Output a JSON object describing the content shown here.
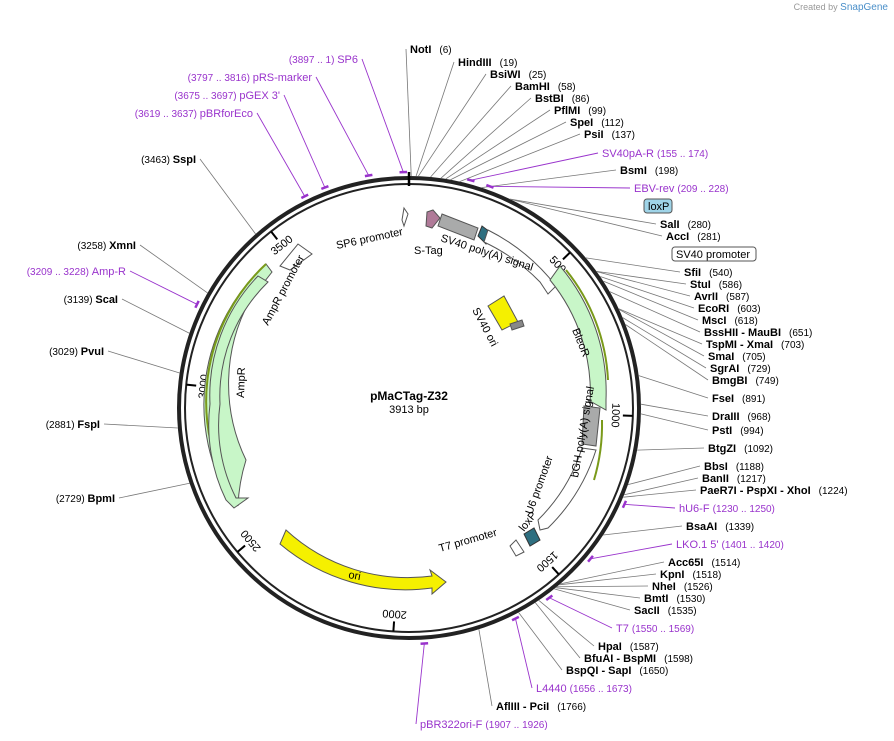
{
  "credit": {
    "prefix": "Created by",
    "brand": "SnapGene"
  },
  "plasmid": {
    "name": "pMaCTag-Z32",
    "size_label": "3913 bp",
    "length": 3913
  },
  "ticks": [
    {
      "bp": 500,
      "label": "500"
    },
    {
      "bp": 1000,
      "label": "1000"
    },
    {
      "bp": 1500,
      "label": "1500"
    },
    {
      "bp": 2000,
      "label": "2000"
    },
    {
      "bp": 2500,
      "label": "2500"
    },
    {
      "bp": 3000,
      "label": "3000"
    },
    {
      "bp": 3500,
      "label": "3500"
    }
  ],
  "enzymes_right": [
    {
      "name": "NotI",
      "pos": "(6)",
      "bp": 6
    },
    {
      "name": "HindIII",
      "pos": "(19)",
      "bp": 19
    },
    {
      "name": "BsiWI",
      "pos": "(25)",
      "bp": 25
    },
    {
      "name": "BamHI",
      "pos": "(58)",
      "bp": 58
    },
    {
      "name": "BstBI",
      "pos": "(86)",
      "bp": 86
    },
    {
      "name": "PflMI",
      "pos": "(99)",
      "bp": 99
    },
    {
      "name": "SpeI",
      "pos": "(112)",
      "bp": 112
    },
    {
      "name": "PsiI",
      "pos": "(137)",
      "bp": 137
    },
    {
      "name": "BsmI",
      "pos": "(198)",
      "bp": 198
    },
    {
      "name": "SalI",
      "pos": "(280)",
      "bp": 280
    },
    {
      "name": "AccI",
      "pos": "(281)",
      "bp": 281
    },
    {
      "name": "SfiI",
      "pos": "(540)",
      "bp": 540
    },
    {
      "name": "StuI",
      "pos": "(586)",
      "bp": 586
    },
    {
      "name": "AvrII",
      "pos": "(587)",
      "bp": 587
    },
    {
      "name": "EcoRI",
      "pos": "(603)",
      "bp": 603
    },
    {
      "name": "MscI",
      "pos": "(618)",
      "bp": 618
    },
    {
      "name": "BssHII - MauBI",
      "pos": "(651)",
      "bp": 651
    },
    {
      "name": "TspMI - XmaI",
      "pos": "(703)",
      "bp": 703
    },
    {
      "name": "SmaI",
      "pos": "(705)",
      "bp": 705
    },
    {
      "name": "SgrAI",
      "pos": "(729)",
      "bp": 729
    },
    {
      "name": "BmgBI",
      "pos": "(749)",
      "bp": 749
    },
    {
      "name": "FseI",
      "pos": "(891)",
      "bp": 891
    },
    {
      "name": "DraIII",
      "pos": "(968)",
      "bp": 968
    },
    {
      "name": "PstI",
      "pos": "(994)",
      "bp": 994
    },
    {
      "name": "BtgZI",
      "pos": "(1092)",
      "bp": 1092
    },
    {
      "name": "BbsI",
      "pos": "(1188)",
      "bp": 1188
    },
    {
      "name": "BanII",
      "pos": "(1217)",
      "bp": 1217
    },
    {
      "name": "PaeR7I - PspXI - XhoI",
      "pos": "(1224)",
      "bp": 1224
    },
    {
      "name": "BsaAI",
      "pos": "(1339)",
      "bp": 1339
    },
    {
      "name": "Acc65I",
      "pos": "(1514)",
      "bp": 1514
    },
    {
      "name": "KpnI",
      "pos": "(1518)",
      "bp": 1518
    },
    {
      "name": "NheI",
      "pos": "(1526)",
      "bp": 1526
    },
    {
      "name": "BmtI",
      "pos": "(1530)",
      "bp": 1530
    },
    {
      "name": "SacII",
      "pos": "(1535)",
      "bp": 1535
    },
    {
      "name": "HpaI",
      "pos": "(1587)",
      "bp": 1587
    },
    {
      "name": "BfuAI - BspMI",
      "pos": "(1598)",
      "bp": 1598
    },
    {
      "name": "BspQI - SapI",
      "pos": "(1650)",
      "bp": 1650
    },
    {
      "name": "AflIII - PciI",
      "pos": "(1766)",
      "bp": 1766
    }
  ],
  "enzymes_left": [
    {
      "name": "SspI",
      "pos": "(3463)",
      "bp": 3463
    },
    {
      "name": "XmnI",
      "pos": "(3258)",
      "bp": 3258
    },
    {
      "name": "ScaI",
      "pos": "(3139)",
      "bp": 3139
    },
    {
      "name": "PvuI",
      "pos": "(3029)",
      "bp": 3029
    },
    {
      "name": "FspI",
      "pos": "(2881)",
      "bp": 2881
    },
    {
      "name": "BpmI",
      "pos": "(2729)",
      "bp": 2729
    }
  ],
  "primers": [
    {
      "name": "SP6",
      "range": "(3897 .. 1)",
      "bp": 3898
    },
    {
      "name": "pRS-marker",
      "range": "(3797 .. 3816)",
      "bp": 3806
    },
    {
      "name": "pGEX 3'",
      "range": "(3675 .. 3697)",
      "bp": 3686
    },
    {
      "name": "pBRforEco",
      "range": "(3619 .. 3637)",
      "bp": 3628
    },
    {
      "name": "Amp-R",
      "range": "(3209 .. 3228)",
      "bp": 3218
    },
    {
      "name": "SV40pA-R",
      "range": "(155 .. 174)",
      "bp": 165
    },
    {
      "name": "EBV-rev",
      "range": "(209 .. 228)",
      "bp": 218
    },
    {
      "name": "hU6-F",
      "range": "(1230 .. 1250)",
      "bp": 1240
    },
    {
      "name": "LKO.1 5'",
      "range": "(1401 .. 1420)",
      "bp": 1410
    },
    {
      "name": "T7",
      "range": "(1550 .. 1569)",
      "bp": 1560
    },
    {
      "name": "L4440",
      "range": "(1656 .. 1673)",
      "bp": 1665
    },
    {
      "name": "pBR322ori-F",
      "range": "(1907 .. 1926)",
      "bp": 1916
    }
  ],
  "boxed_features": [
    {
      "name": "loxP",
      "filled": true
    },
    {
      "name": "SV40 promoter",
      "filled": false
    }
  ],
  "features": [
    {
      "name": "SP6 promoter"
    },
    {
      "name": "S-Tag"
    },
    {
      "name": "SV40 poly(A) signal"
    },
    {
      "name": "SV40 ori"
    },
    {
      "name": "BleoR"
    },
    {
      "name": "bGH poly(A) signal"
    },
    {
      "name": "U6 promoter"
    },
    {
      "name": "loxP"
    },
    {
      "name": "T7 promoter"
    },
    {
      "name": "ori"
    },
    {
      "name": "AmpR"
    },
    {
      "name": "AmpR promoter"
    }
  ]
}
